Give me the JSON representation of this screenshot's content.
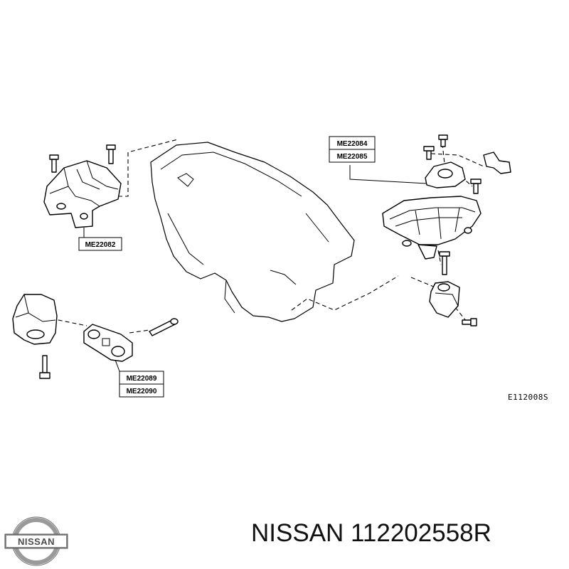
{
  "parts": {
    "p1": "ME22082",
    "p2": "ME22084",
    "p3": "ME22085",
    "p4": "ME22089",
    "p5": "ME22090"
  },
  "figure_code": "E112008S",
  "brand": {
    "logo_text": "NISSAN",
    "caption": "NISSAN 112202558R"
  },
  "colors": {
    "line": "#000000",
    "background": "#ffffff",
    "logo_silver": "#9a9a9a"
  }
}
